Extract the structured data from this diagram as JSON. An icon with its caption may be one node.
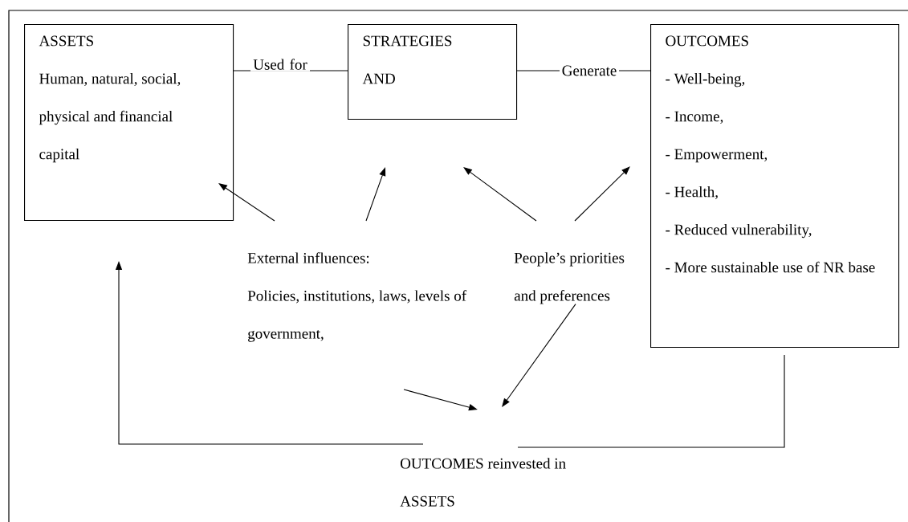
{
  "diagram": {
    "nodes": [
      {
        "text": [
          "ASSETS",
          "Human, natural, social, physical and financial capital"
        ]
      },
      {
        "text": [
          "STRATEGIES AND"
        ]
      },
      {
        "text": [
          "OUTCOMES",
          "- Well-being,",
          "- Income,",
          "- Empowerment,",
          "- Health,",
          "- Reduced vulnerability,",
          "- More sustainable use of NR base"
        ]
      },
      {
        "text": [
          "External influences:",
          "Policies, institutions, laws, levels of government,"
        ]
      },
      {
        "text": [
          "People’s priorities and preferences"
        ]
      },
      {
        "text": [
          "OUTCOMES reinvested in ASSETS"
        ]
      }
    ],
    "edges": [
      {
        "from": 0,
        "to": 1,
        "arrow": "none",
        "label": "Used for"
      },
      {
        "from": 1,
        "to": 2,
        "arrow": "none",
        "label": "Generate"
      },
      {
        "from": 3,
        "to": 0,
        "arrow": "to"
      },
      {
        "from": 3,
        "to": 1,
        "arrow": "to"
      },
      {
        "from": 4,
        "to": 1,
        "arrow": "to"
      },
      {
        "from": 4,
        "to": 2,
        "arrow": "to"
      },
      {
        "from": 3,
        "to": 5,
        "arrow": "to"
      },
      {
        "from": 4,
        "to": 5,
        "arrow": "to"
      },
      {
        "from": 2,
        "to": 5,
        "arrow": "none"
      },
      {
        "from": 5,
        "to": 0,
        "arrow": "to"
      }
    ]
  }
}
